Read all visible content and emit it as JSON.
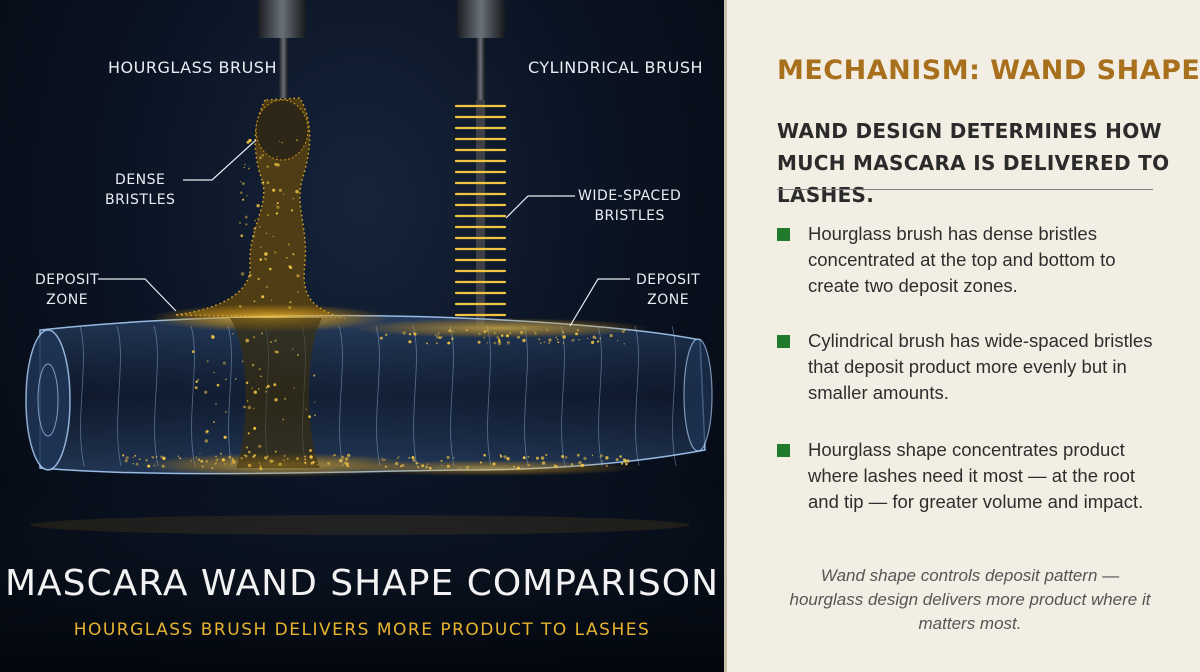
{
  "illustration": {
    "labels": {
      "hourglass_brush": "HOURGLASS BRUSH",
      "cylindrical_brush": "CYLINDRICAL BRUSH",
      "dense_bristles": "DENSE\nBRISTLES",
      "wide_spaced_bristles": "WIDE-SPACED\nBRISTLES",
      "deposit_zone_left": "DEPOSIT\nZONE",
      "deposit_zone_right": "DEPOSIT\nZONE"
    },
    "title": "MASCARA WAND SHAPE COMPARISON",
    "subtitle": "HOURGLASS BRUSH DELIVERS MORE PRODUCT TO LASHES",
    "colors": {
      "background": "#0b1424",
      "gold": "#e8b430",
      "lash": "#8fb6e6"
    }
  },
  "panel": {
    "heading": "MECHANISM: WAND SHAPE",
    "lead": "WAND DESIGN DETERMINES HOW MUCH MASCARA IS DELIVERED TO LASHES.",
    "bullets": [
      "Hourglass brush has dense bristles concentrated at the top and bottom to create two deposit zones.",
      "Cylindrical brush has wide-spaced bristles that deposit product more evenly but in smaller amounts.",
      "Hourglass shape concentrates product where lashes need it most — at the root and tip — for greater volume and impact."
    ],
    "note": "Wand shape controls deposit pattern — hourglass design delivers more product where it matters most.",
    "colors": {
      "background": "#f3eee3",
      "heading": "#a8701d",
      "bullet_square": "#1f7a2c"
    }
  }
}
